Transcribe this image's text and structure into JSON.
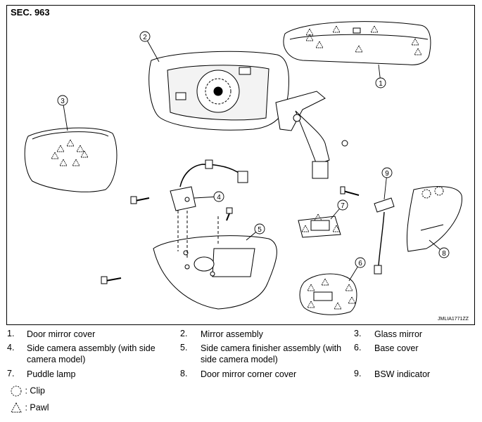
{
  "section": "SEC. 963",
  "figure_code": "JMLIA1771ZZ",
  "callouts": [
    "1",
    "2",
    "3",
    "4",
    "5",
    "6",
    "7",
    "8",
    "9"
  ],
  "legend": [
    {
      "num": "1.",
      "label": "Door mirror cover"
    },
    {
      "num": "2.",
      "label": "Mirror assembly"
    },
    {
      "num": "3.",
      "label": "Glass mirror"
    },
    {
      "num": "4.",
      "label": "Side camera assembly (with side camera model)"
    },
    {
      "num": "5.",
      "label": "Side camera finisher assembly (with side camera model)"
    },
    {
      "num": "6.",
      "label": "Base cover"
    },
    {
      "num": "7.",
      "label": "Puddle lamp"
    },
    {
      "num": "8.",
      "label": "Door mirror corner cover"
    },
    {
      "num": "9.",
      "label": "BSW indicator"
    }
  ],
  "key": {
    "clip": ": Clip",
    "pawl": ": Pawl"
  }
}
